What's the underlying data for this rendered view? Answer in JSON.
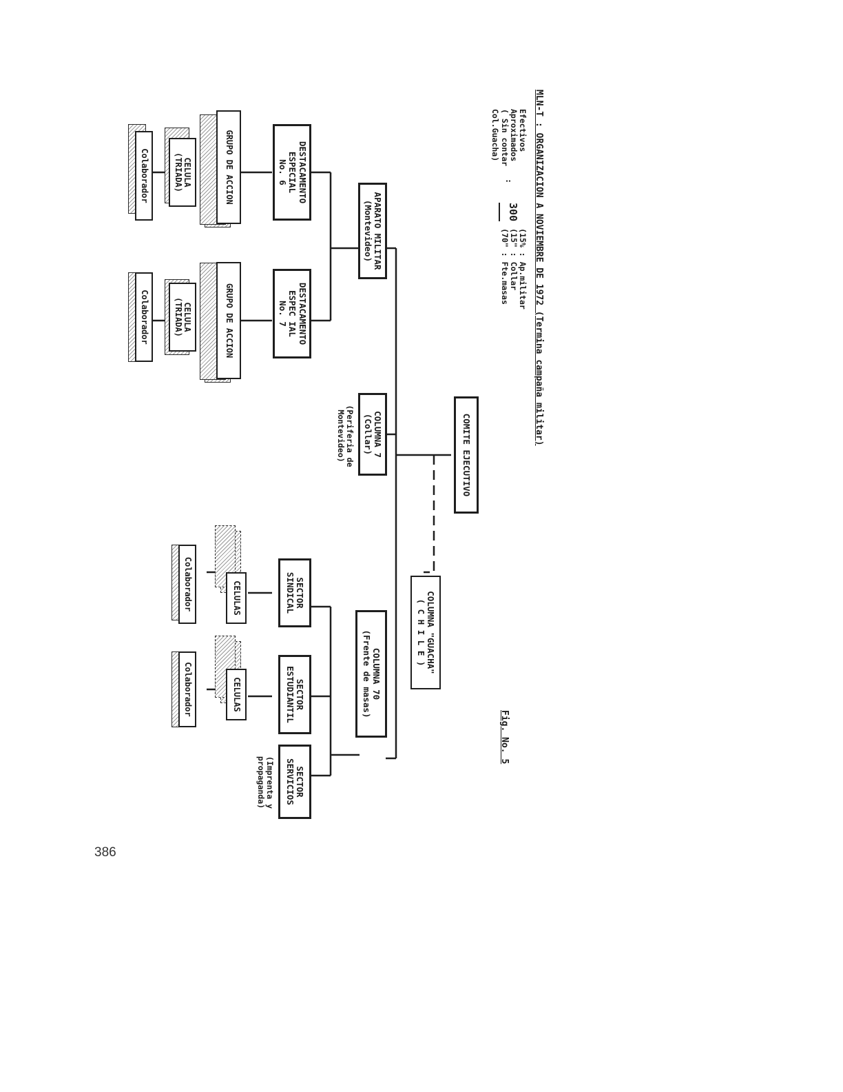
{
  "title": "MLN-T : ORGANIZACION A NOVIEMBRE DE 1972 (Termina campaña militar)",
  "figure_label": "Fig. No. 5",
  "efectivos": {
    "heading": "Efectivos\nAproximados\n( Sin contar\nCol.Guacha)",
    "colon": ":",
    "total": "300",
    "breakdown": "(15% : Ap.militar\n(15\" : Collar\n(70\" : Fte.masas"
  },
  "nodes": {
    "comite": "COMITE EJECUTIVO",
    "aparato_militar": "APARATO MILITAR\n(Montevideo)",
    "columna_7": "COLUMNA 7\n(Collar)",
    "columna_7_note": "(Periferia de\nMontevideo)",
    "columna_70": "COLUMNA 70\n(Frente de masas)",
    "columna_guacha": "COLUMNA \"GUACHA\"\n( C H I L E )",
    "destacamento_6": "DESTACAMENTO\nESPECIAL\nNo. 6",
    "destacamento_7": "DESTACAMENTO\nESPEC IAL\nNo. 7",
    "grupo_accion_a": "GRUPO DE ACCION",
    "grupo_accion_b": "GRUPO DE ACCION",
    "celula_a": "CELULA\n(TRIADA)",
    "celula_b": "CELULA\n(TRIADA)",
    "colaborador_a": "Colaborador",
    "colaborador_b": "Colaborador",
    "sector_sindical": "SECTOR\nSINDICAL",
    "sector_estudiantil": "SECTOR\nESTUDIANTIL",
    "sector_servicios": "SECTOR\nSERVICIOS",
    "servicios_note": "(Imprenta y\npropaganda)",
    "celulas_a": "CELULAS",
    "celulas_b": "CELULAS",
    "colaborador_c": "Colaborador",
    "colaborador_d": "Colaborador"
  },
  "page_number": "386"
}
